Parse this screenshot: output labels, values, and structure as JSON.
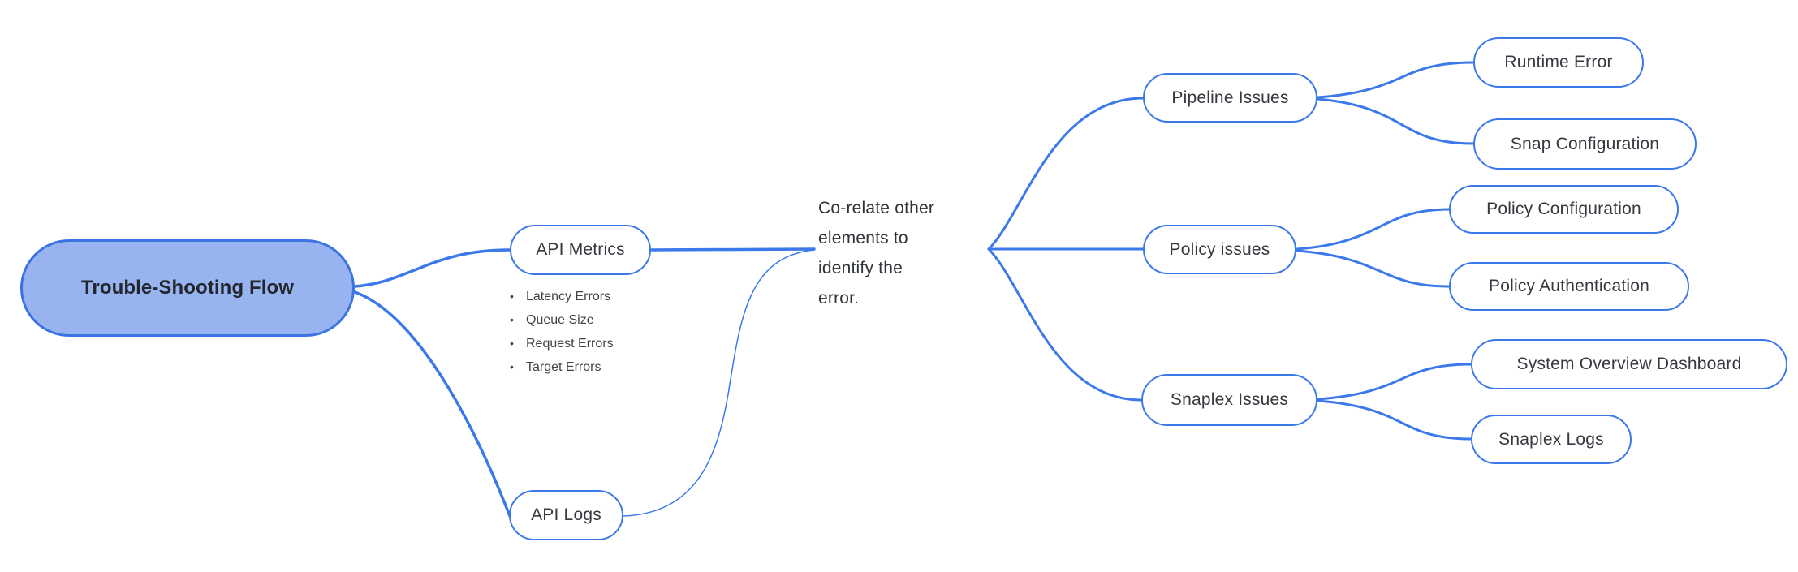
{
  "colors": {
    "line": "#3b79ea",
    "root_fill": "#97b4f1",
    "node_fill": "#ffffff",
    "node_border": "#3b79ea",
    "root_text": "#23262b",
    "node_text": "#35393f"
  },
  "mindmap": {
    "root": {
      "label": "Trouble-Shooting Flow"
    },
    "branches": {
      "api_metrics": {
        "label": "API Metrics",
        "bullets": [
          "Latency Errors",
          "Queue Size",
          "Request Errors",
          "Target Errors"
        ]
      },
      "api_logs": {
        "label": "API Logs"
      },
      "note": {
        "lines": [
          "Co-relate other",
          "elements to",
          "identify the",
          "error."
        ]
      },
      "pipeline_issues": {
        "label": "Pipeline Issues",
        "children": [
          "Runtime Error",
          "Snap Configuration"
        ]
      },
      "policy_issues": {
        "label": "Policy issues",
        "children": [
          "Policy Configuration",
          "Policy Authentication"
        ]
      },
      "snaplex_issues": {
        "label": "Snaplex Issues",
        "children": [
          "System Overview Dashboard",
          "Snaplex Logs"
        ]
      }
    }
  }
}
